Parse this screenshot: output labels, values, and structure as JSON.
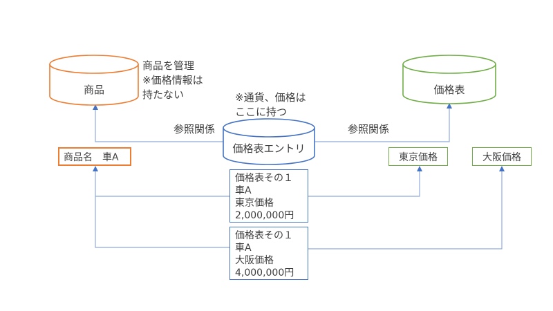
{
  "colors": {
    "orange": "#ED7D31",
    "green": "#70AD47",
    "blue": "#4472C4",
    "connector": "#8FAADC",
    "arrow": "#4472C4",
    "text": "#3f3f3f",
    "shape_fill": "#ffffff"
  },
  "cylinders": {
    "product": {
      "label": "商品"
    },
    "price_table": {
      "label": "価格表"
    },
    "price_table_entry": {
      "label": "価格表エントリ"
    }
  },
  "annotations": {
    "product_note": "商品を管理\n※価格情報は\n持たない",
    "entry_note": "※通貨、価格は\nここに持つ",
    "reference_left": "参照関係",
    "reference_right": "参照関係"
  },
  "boxes": {
    "product_name": "商品名　車A",
    "tokyo_price": "東京価格",
    "osaka_price": "大阪価格",
    "entry_tokyo": "価格表その１\n車A\n東京価格\n2,000,000円",
    "entry_osaka": "価格表その１\n車A\n大阪価格\n4,000,000円"
  }
}
